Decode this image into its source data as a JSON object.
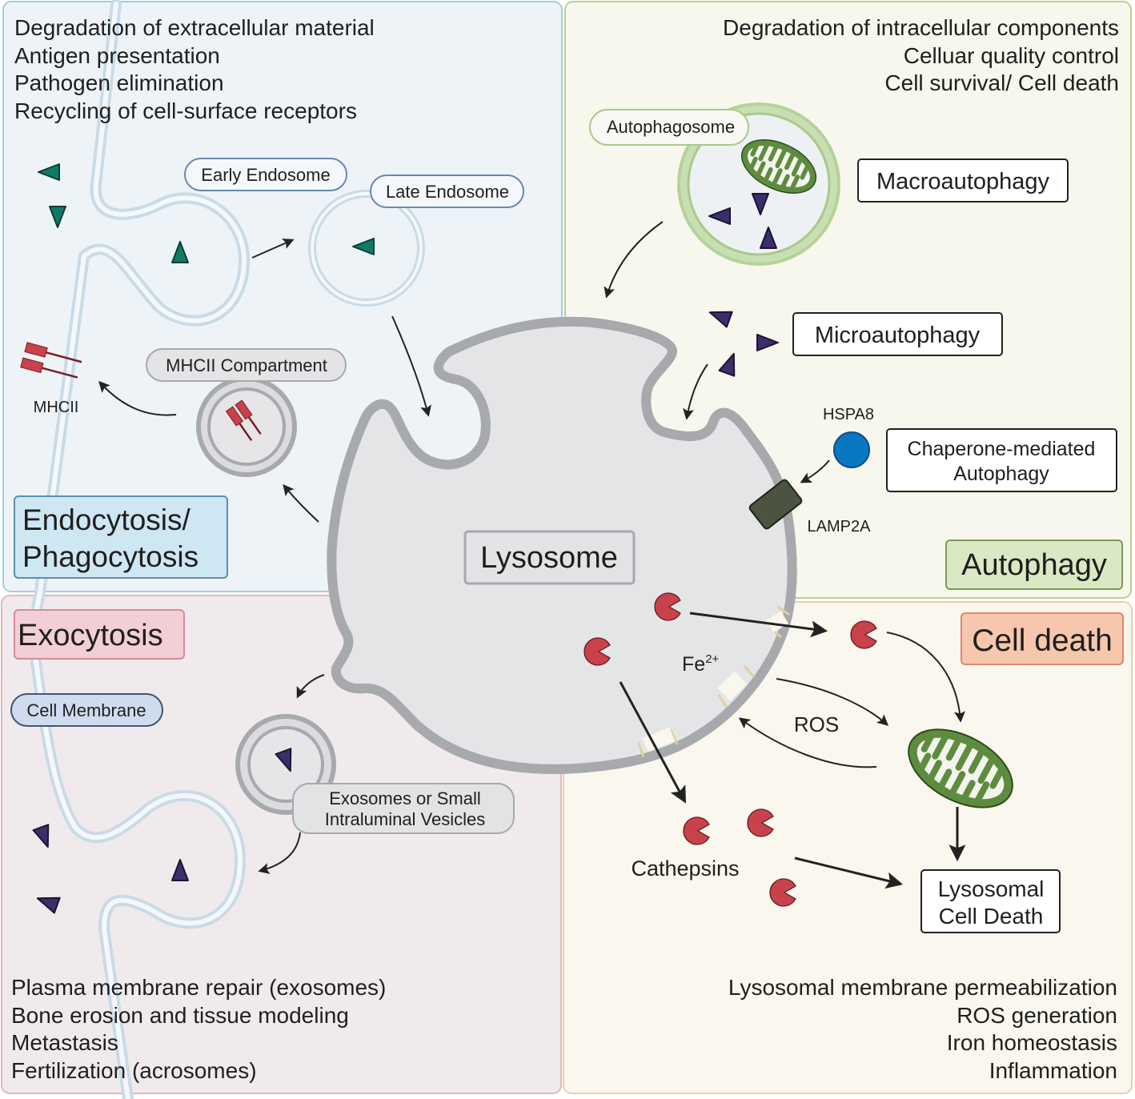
{
  "panels": {
    "endocytosis": {
      "title_line1": "Endocytosis/",
      "title_line2": "Phagocytosis",
      "functions": [
        "Degradation of extracellular material",
        "Antigen presentation",
        "Pathogen elimination",
        "Recycling of cell-surface receptors"
      ],
      "labels": {
        "early_endosome": "Early Endosome",
        "late_endosome": "Late Endosome",
        "mhcii_compartment": "MHCII Compartment",
        "mhcii": "MHCII"
      },
      "colors": {
        "background": "#eef3f7",
        "border": "#9fd0df",
        "title_bg": "#cfe6f3",
        "title_border": "#5b8fad",
        "cargo": "#0f7a68"
      }
    },
    "autophagy": {
      "title": "Autophagy",
      "functions": [
        "Degradation of intracellular components",
        "Celluar quality control",
        "Cell survival/ Cell death"
      ],
      "labels": {
        "autophagosome": "Autophagosome",
        "macroautophagy": "Macroautophagy",
        "microautophagy": "Microautophagy",
        "hspa8": "HSPA8",
        "cma_line1": "Chaperone-mediated",
        "cma_line2": "Autophagy",
        "lamp2a": "LAMP2A"
      },
      "colors": {
        "background": "#f8f7ee",
        "border": "#b9cf8e",
        "title_bg": "#dbe8c4",
        "title_border": "#7f9a55",
        "cargo": "#3d2e6b",
        "hspa8": "#0a77c2",
        "lamp2a": "#4a5440"
      }
    },
    "exocytosis": {
      "title": "Exocytosis",
      "functions": [
        "Plasma membrane repair (exosomes)",
        "Bone erosion and tissue modeling",
        "Metastasis",
        "Fertilization (acrosomes)"
      ],
      "labels": {
        "cell_membrane": "Cell Membrane",
        "exosomes_line1": "Exosomes or Small",
        "exosomes_line2": "Intraluminal Vesicles"
      },
      "colors": {
        "background": "#f1eaed",
        "border": "#e5b5be",
        "title_bg": "#f2cfd5",
        "title_border": "#d98a96"
      }
    },
    "cell_death": {
      "title": "Cell death",
      "functions": [
        "Lysosomal membrane permeabilization",
        "ROS generation",
        "Iron homeostasis",
        "Inflammation"
      ],
      "labels": {
        "fe": "Fe",
        "fe_charge": "2+",
        "ros": "ROS",
        "cathepsins": "Cathepsins",
        "lcd_line1": "Lysosomal",
        "lcd_line2": "Cell Death"
      },
      "colors": {
        "background": "#f9f7ee",
        "border": "#e3d3a9",
        "title_bg": "#f6c7ad",
        "title_border": "#e0866a",
        "cathepsin": "#c9414b",
        "mitochondrion": "#5e8c3f"
      }
    }
  },
  "center": {
    "label": "Lysosome",
    "colors": {
      "fill": "#e4e5e7",
      "membrane": "#a7a9ac"
    }
  }
}
